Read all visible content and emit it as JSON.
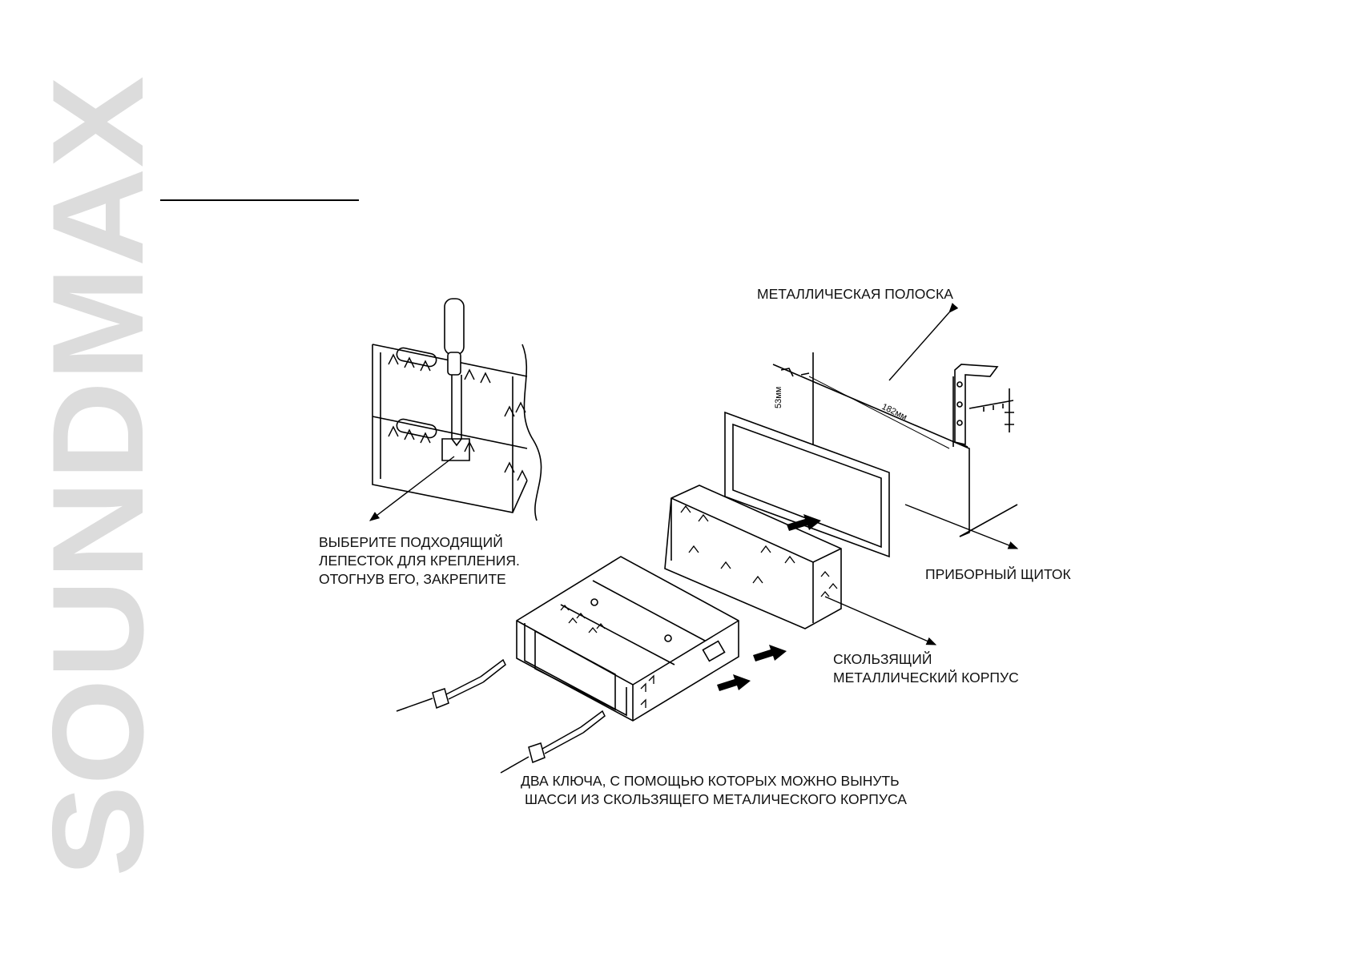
{
  "brand": {
    "text": "SOUNDMAX"
  },
  "diagram": {
    "labels": {
      "metal_strip": "МЕТАЛЛИЧЕСКАЯ ПОЛОСКА",
      "mounting_tab": [
        "ВЫБЕРИТЕ ПОДХОДЯЩИЙ",
        "ЛЕПЕСТОК ДЛЯ КРЕПЛЕНИЯ.",
        "ОТОГНУВ ЕГО, ЗАКРЕПИТЕ"
      ],
      "dashboard": "ПРИБОРНЫЙ ЩИТОК",
      "sliding_sleeve": [
        "СКОЛЬЗЯЩИЙ",
        "МЕТАЛЛИЧЕСКИЙ КОРПУС"
      ],
      "removal_keys": [
        "ДВА КЛЮЧА, С ПОМОЩЬЮ КОТОРЫХ МОЖНО ВЫНУТЬ",
        "ШАССИ ИЗ СКОЛЬЗЯЩЕГО МЕТАЛИЧЕСКОГО КОРПУСА"
      ],
      "dimension_width": "182мм",
      "dimension_height": "53мм"
    }
  }
}
